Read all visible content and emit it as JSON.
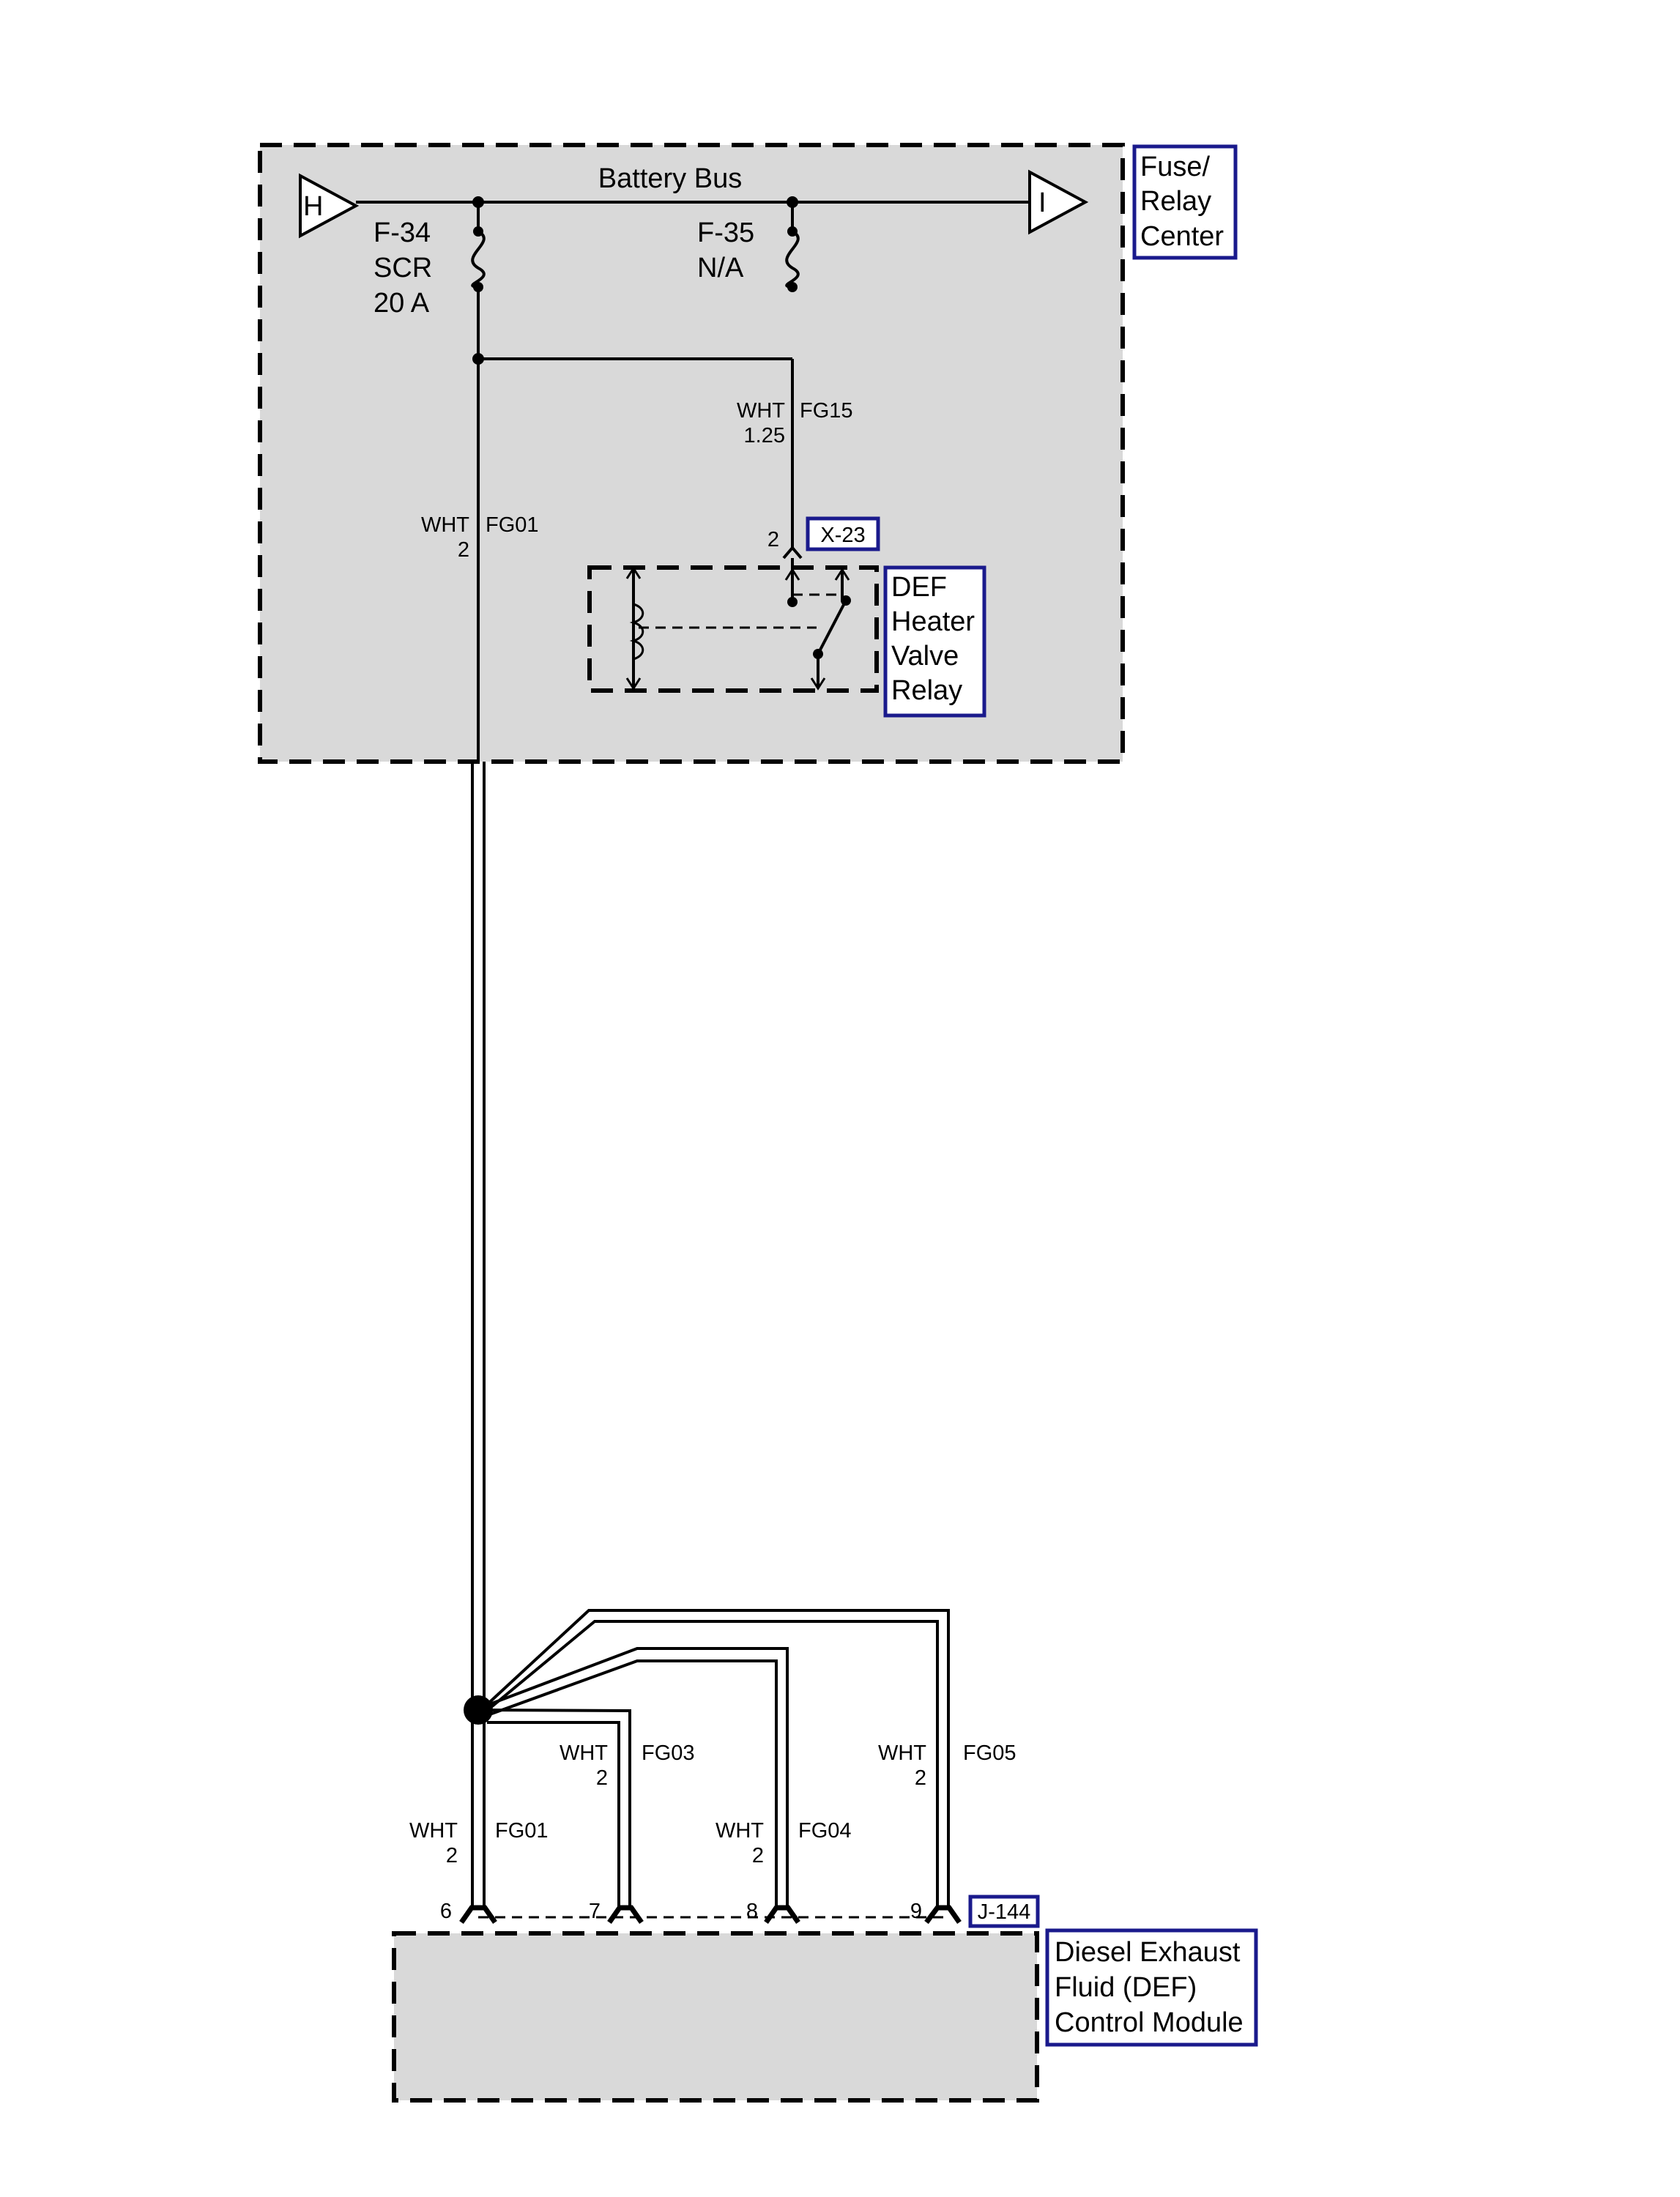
{
  "fuse_relay_center": {
    "label_lines": [
      "Fuse/",
      "Relay",
      "Center"
    ],
    "bus_label": "Battery Bus",
    "connector_in": "H",
    "connector_out": "I",
    "fuse_f34": [
      "F-34",
      "SCR",
      "20 A"
    ],
    "fuse_f35": [
      "F-35",
      "N/A"
    ]
  },
  "wires": {
    "fg15": {
      "color": "WHT",
      "circuit": "FG15",
      "gauge": "1.25"
    },
    "fg01_upper": {
      "color": "WHT",
      "circuit": "FG01",
      "gauge": "2"
    },
    "fg01_lower": {
      "color": "WHT",
      "circuit": "FG01",
      "gauge": "2"
    },
    "fg03": {
      "color": "WHT",
      "circuit": "FG03",
      "gauge": "2"
    },
    "fg04": {
      "color": "WHT",
      "circuit": "FG04",
      "gauge": "2"
    },
    "fg05": {
      "color": "WHT",
      "circuit": "FG05",
      "gauge": "2"
    }
  },
  "relay": {
    "connector": "X-23",
    "pin": "2",
    "label_lines": [
      "DEF",
      "Heater",
      "Valve",
      "Relay"
    ]
  },
  "module": {
    "connector": "J-144",
    "pins": [
      "6",
      "7",
      "8",
      "9"
    ],
    "label_lines": [
      "Diesel Exhaust",
      "Fluid (DEF)",
      "Control Module"
    ]
  }
}
